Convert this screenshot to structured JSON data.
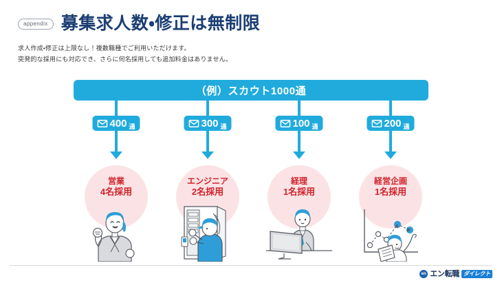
{
  "header": {
    "badge": "appendix",
    "title": "募集求人数・修正は無制限",
    "title_color": "#1b3e73",
    "subtitle_line1": "求人作成・修正は上限なし！複数職種でご利用いただけます。",
    "subtitle_line2": "突発的な採用にも対応でき、さらに何名採用しても追加料金はありません。"
  },
  "banner": {
    "label": "（例）スカウト1000通",
    "color": "#21ABDD",
    "text_color": "#ffffff"
  },
  "theme": {
    "accent_blue": "#21ABDD",
    "circle_pink": "#FBE3E5",
    "label_red": "#D0242C",
    "divider_gray": "#dcdcdc"
  },
  "columns": [
    {
      "mail_icon": "envelope-icon",
      "mail_count": "400",
      "mail_unit": "通",
      "role": "営業",
      "hires": "4名採用",
      "illustration": "businesswoman-cheering-illustration"
    },
    {
      "mail_icon": "envelope-icon",
      "mail_count": "300",
      "mail_unit": "通",
      "role": "エンジニア",
      "hires": "2名採用",
      "illustration": "engineer-server-rack-illustration"
    },
    {
      "mail_icon": "envelope-icon",
      "mail_count": "100",
      "mail_unit": "通",
      "role": "経理",
      "hires": "1名採用",
      "illustration": "accountant-at-monitor-illustration"
    },
    {
      "mail_icon": "envelope-icon",
      "mail_count": "200",
      "mail_unit": "通",
      "role": "経営企画",
      "hires": "1名採用",
      "illustration": "planner-with-growth-chart-illustration"
    }
  ],
  "footer": {
    "logo_mark": "en",
    "logo_word": "エン転職",
    "logo_tag": "ダイレクト"
  }
}
